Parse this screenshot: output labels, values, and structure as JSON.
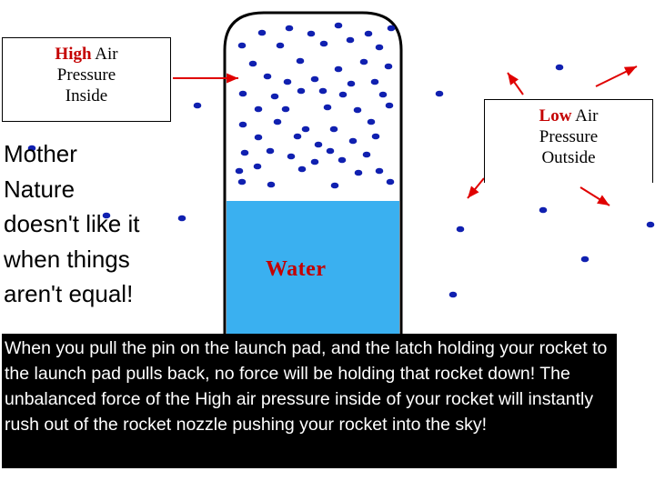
{
  "labels": {
    "high_word": "High",
    "high_rest": "Air",
    "high_line2": "Pressure",
    "high_line3": "Inside",
    "low_word": "Low",
    "low_rest": "Air",
    "low_line2": "Pressure",
    "low_line3": "Outside",
    "water": "Water"
  },
  "mother_nature": [
    "Mother",
    "Nature",
    "doesn't like it",
    "when things",
    "aren't equal!"
  ],
  "caption": "When you pull the pin on the launch pad, and the latch holding your rocket to the launch pad pulls back, no force will be holding that rocket down! The unbalanced force of the High air pressure inside of your rocket will instantly rush out of the rocket nozzle pushing your rocket into the sky!",
  "colors": {
    "molecule": "#1020b0",
    "water": "#3ab0f0",
    "arrow": "#e00000",
    "label_red": "#c40000",
    "caption_bg": "#000000",
    "caption_text": "#ffffff"
  }
}
